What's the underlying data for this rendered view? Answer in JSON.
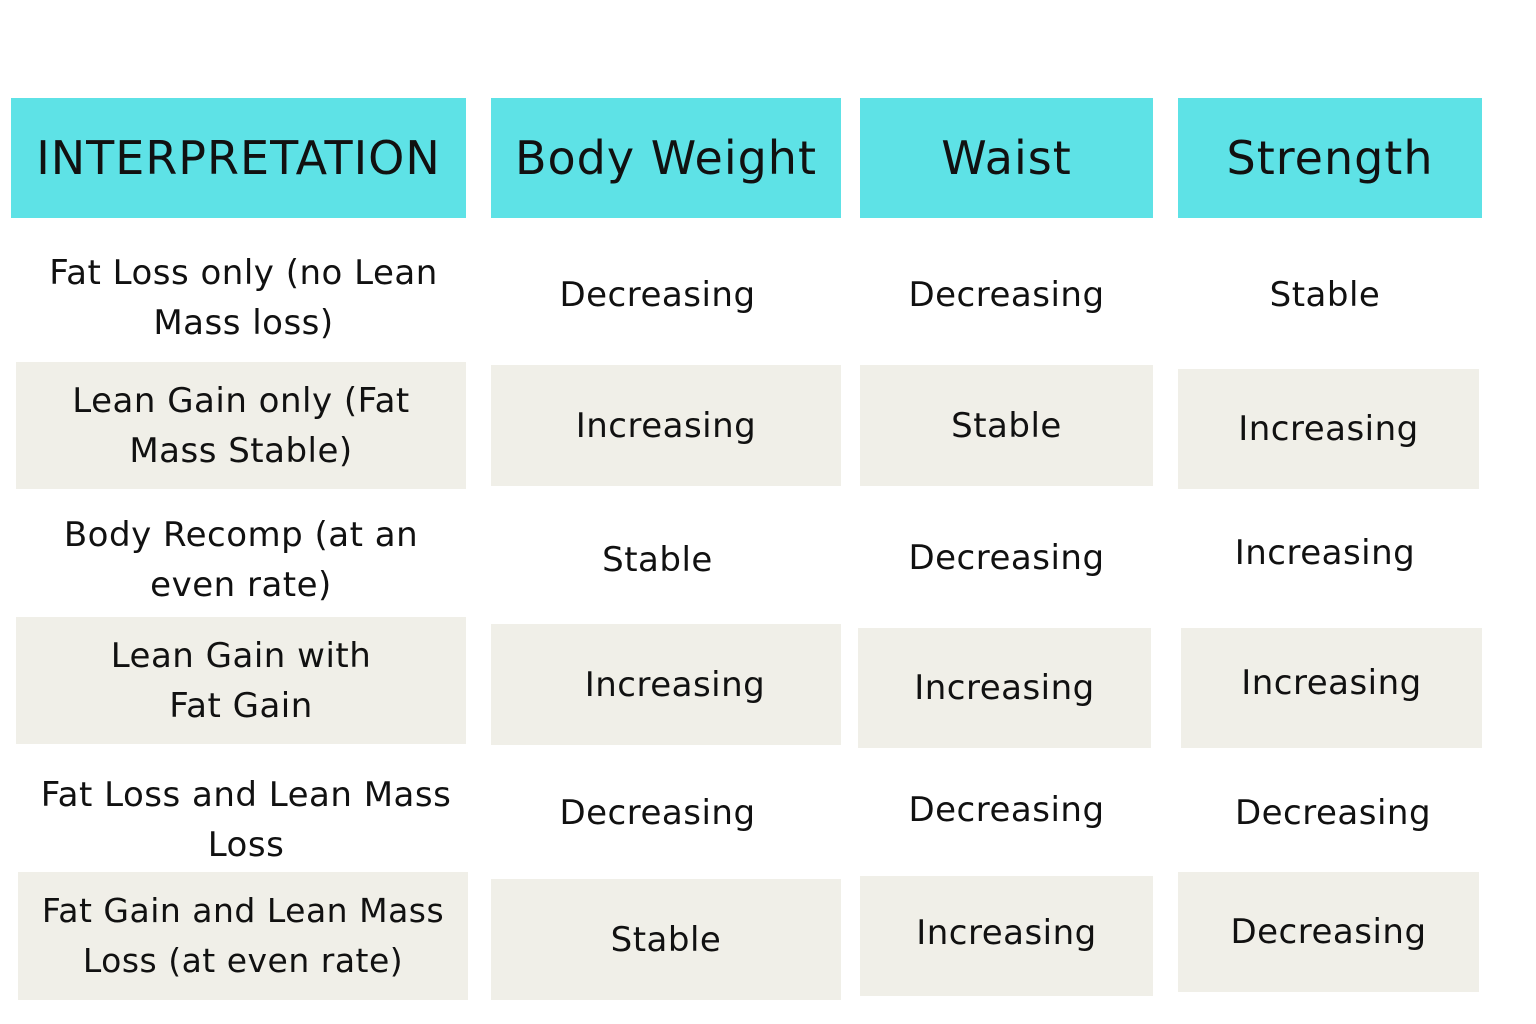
{
  "table": {
    "header_color": "#5ee2e6",
    "shade_color": "#f0efe8",
    "columns": [
      "INTERPRETATION",
      "Body Weight",
      "Waist",
      "Strength"
    ],
    "rows": [
      {
        "interpretation": "Fat Loss only (no Lean Mass loss)",
        "body_weight": "Decreasing",
        "waist": "Decreasing",
        "strength": "Stable"
      },
      {
        "interpretation": "Lean Gain only (Fat Mass Stable)",
        "body_weight": "Increasing",
        "waist": "Stable",
        "strength": "Increasing"
      },
      {
        "interpretation": "Body Recomp (at an even rate)",
        "body_weight": "Stable",
        "waist": "Decreasing",
        "strength": "Increasing"
      },
      {
        "interpretation": "Lean Gain with Fat Gain",
        "body_weight": "Increasing",
        "waist": "Increasing",
        "strength": "Increasing"
      },
      {
        "interpretation": "Fat Loss and Lean Mass Loss",
        "body_weight": "Decreasing",
        "waist": "Decreasing",
        "strength": "Decreasing"
      },
      {
        "interpretation": "Fat Gain and Lean Mass Loss (at even rate)",
        "body_weight": "Stable",
        "waist": "Increasing",
        "strength": "Decreasing"
      }
    ]
  }
}
